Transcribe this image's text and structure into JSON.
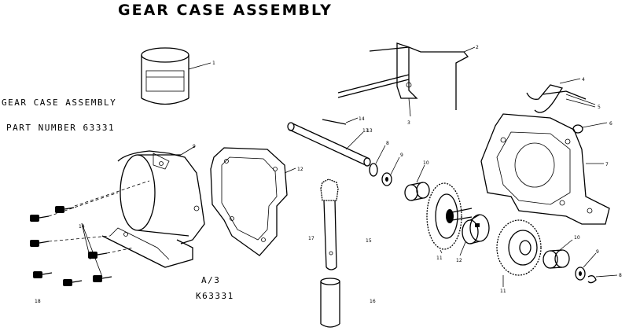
{
  "title": "GEAR CASE ASSEMBLY",
  "side_label": {
    "line1": "GEAR CASE ASSEMBLY",
    "line2": "PART NUMBER 63331"
  },
  "catalog_ref": {
    "line1": "A/3",
    "line2": "K63331"
  },
  "callouts": [
    {
      "id": "c1",
      "text": "1"
    },
    {
      "id": "c2a",
      "text": "2"
    },
    {
      "id": "c3",
      "text": "3"
    },
    {
      "id": "c4",
      "text": "4"
    },
    {
      "id": "c5",
      "text": "5"
    },
    {
      "id": "c6",
      "text": "6"
    },
    {
      "id": "c7",
      "text": "7"
    },
    {
      "id": "c8a",
      "text": "8"
    },
    {
      "id": "c9a",
      "text": "9"
    },
    {
      "id": "c10a",
      "text": "10"
    },
    {
      "id": "c11a",
      "text": "11"
    },
    {
      "id": "c12a",
      "text": "12"
    },
    {
      "id": "c13a",
      "text": "13"
    },
    {
      "id": "c14a",
      "text": "14"
    },
    {
      "id": "c9b",
      "text": "9"
    },
    {
      "id": "c12b",
      "text": "12"
    },
    {
      "id": "c13b",
      "text": "13"
    },
    {
      "id": "c14b",
      "text": "14"
    },
    {
      "id": "c15",
      "text": "15"
    },
    {
      "id": "c16",
      "text": "16"
    },
    {
      "id": "c17",
      "text": "17"
    },
    {
      "id": "c18",
      "text": "18"
    },
    {
      "id": "c10b",
      "text": "10"
    },
    {
      "id": "c11b",
      "text": "11"
    },
    {
      "id": "c9c",
      "text": "9"
    },
    {
      "id": "c8b",
      "text": "8"
    }
  ]
}
